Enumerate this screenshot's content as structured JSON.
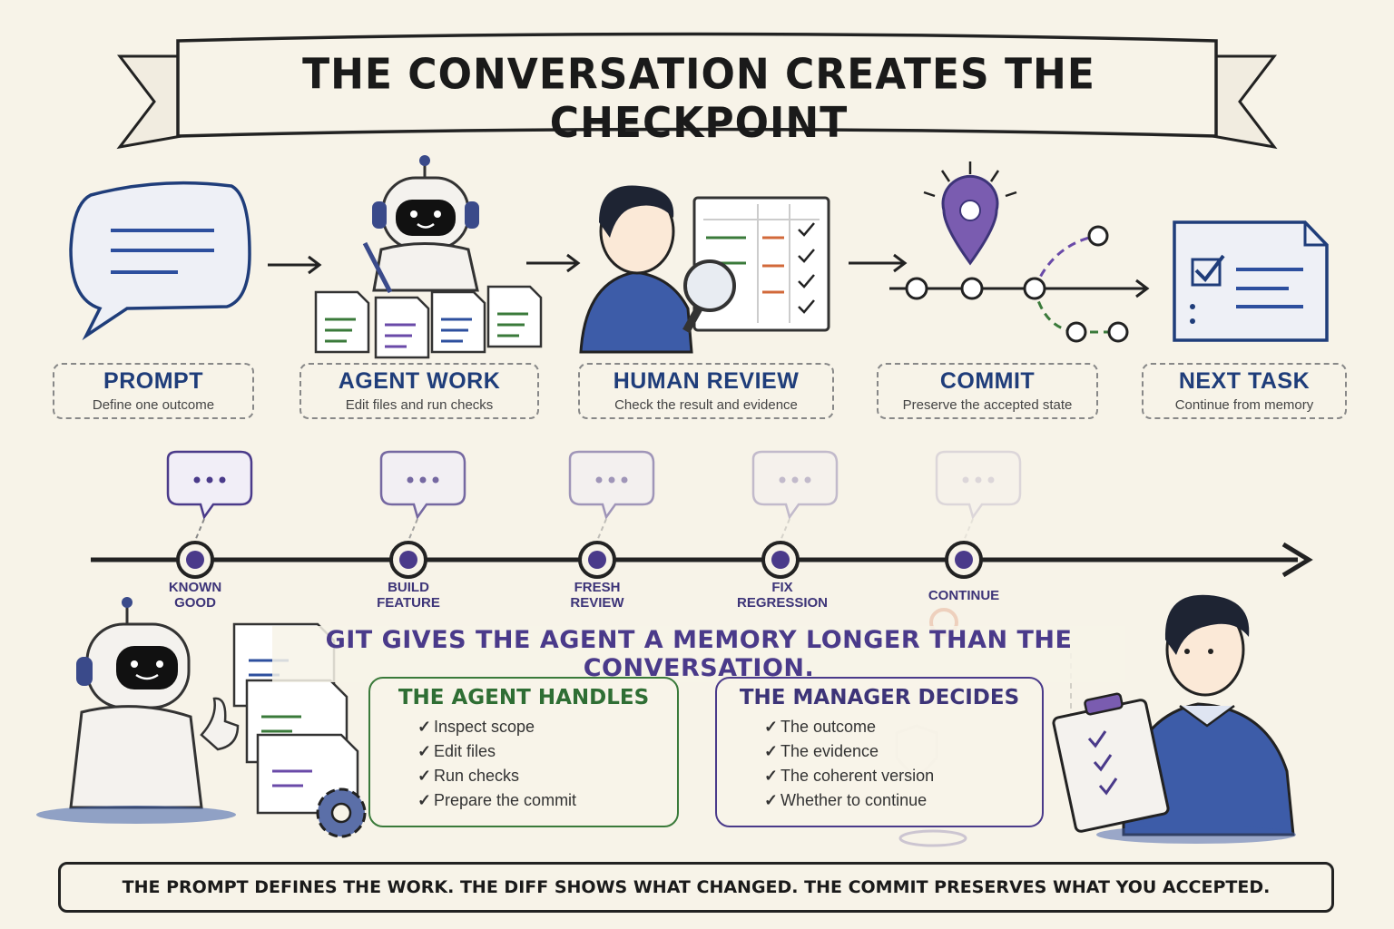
{
  "title": "THE CONVERSATION CREATES THE CHECKPOINT",
  "colors": {
    "navy": "#1f3d7a",
    "purple": "#4a3a8a",
    "green": "#3a7a3a",
    "orange": "#d2693a",
    "paper": "#f7f3e8"
  },
  "steps": [
    {
      "title": "PROMPT",
      "subtitle": "Define one outcome",
      "icon": "speech-bubble-icon"
    },
    {
      "title": "AGENT WORK",
      "subtitle": "Edit files and run checks",
      "icon": "robot-icon"
    },
    {
      "title": "HUMAN REVIEW",
      "subtitle": "Check the result and evidence",
      "icon": "magnifier-icon"
    },
    {
      "title": "COMMIT",
      "subtitle": "Preserve the accepted state",
      "icon": "location-pin-icon"
    },
    {
      "title": "NEXT TASK",
      "subtitle": "Continue from memory",
      "icon": "checklist-document-icon"
    }
  ],
  "timeline": [
    {
      "label": "KNOWN\nGOOD"
    },
    {
      "label": "BUILD\nFEATURE"
    },
    {
      "label": "FRESH\nREVIEW"
    },
    {
      "label": "FIX\nREGRESSION"
    },
    {
      "label": "CONTINUE"
    }
  ],
  "headline": "GIT GIVES THE AGENT A MEMORY LONGER THAN THE CONVERSATION.",
  "agent_panel": {
    "title": "THE AGENT HANDLES",
    "items": [
      "Inspect scope",
      "Edit files",
      "Run checks",
      "Prepare the commit"
    ]
  },
  "manager_panel": {
    "title": "THE MANAGER DECIDES",
    "items": [
      "The outcome",
      "The evidence",
      "The coherent version",
      "Whether to continue"
    ]
  },
  "check_mark": "✓",
  "footer": "THE PROMPT DEFINES THE WORK. THE DIFF SHOWS WHAT CHANGED. THE COMMIT PRESERVES WHAT YOU ACCEPTED."
}
